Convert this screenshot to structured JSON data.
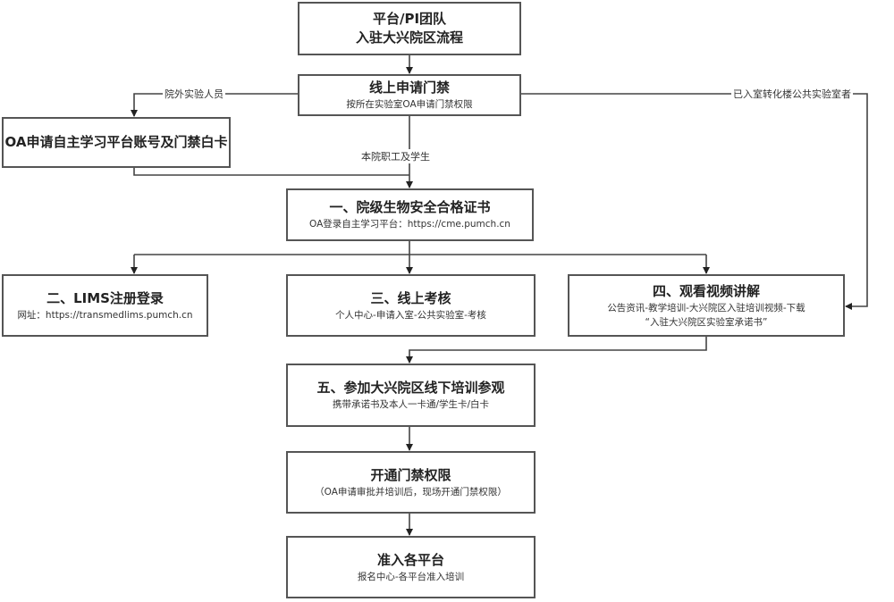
{
  "title_box": {
    "line1": "平台/PI团队",
    "line2": "入驻大兴院区流程"
  },
  "apply_access": {
    "title": "线上申请门禁",
    "sub": "按所在实验室OA申请门禁权限"
  },
  "external_box": {
    "title": "OA申请自主学习平台账号及门禁白卡"
  },
  "branch_labels": {
    "external": "院外实验人员",
    "internal": "本院职工及学生",
    "existing": "已入室转化楼公共实验室者"
  },
  "step1": {
    "title": "一、院级生物安全合格证书",
    "sub": "OA登录自主学习平台：https://cme.pumch.cn"
  },
  "step2": {
    "title": "二、LIMS注册登录",
    "sub": "网址：https://transmedlims.pumch.cn"
  },
  "step3": {
    "title": "三、线上考核",
    "sub": "个人中心-申请入室-公共实验室-考核"
  },
  "step4": {
    "title": "四、观看视频讲解",
    "sub": "公告资讯-教学培训-大兴院区入驻培训视频-下载",
    "sub2": "“入驻大兴院区实验室承诺书”"
  },
  "step5": {
    "title": "五、参加大兴院区线下培训参观",
    "sub": "携带承诺书及本人一卡通/学生卡/白卡"
  },
  "open_access": {
    "title": "开通门禁权限",
    "sub": "（OA申请审批并培训后，现场开通门禁权限）"
  },
  "final": {
    "title": "准入各平台",
    "sub": "报名中心-各平台准入培训"
  }
}
